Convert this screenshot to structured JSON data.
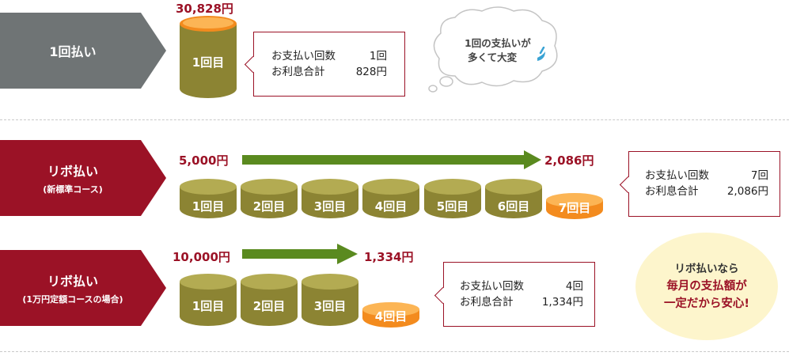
{
  "plan_lumpsum": {
    "label": "1回払い",
    "amount": "30,828円",
    "coin_label": "1回目",
    "info": {
      "count_label": "お支払い回数",
      "count_value": "1回",
      "interest_label": "お利息合計",
      "interest_value": "828円"
    },
    "thought": {
      "line1": "1回の支払いが",
      "line2": "多くて大変"
    }
  },
  "plan_revo_standard": {
    "label": "リボ払い",
    "sublabel": "(新標準コース)",
    "start_amount": "5,000円",
    "end_amount": "2,086円",
    "coin_labels": [
      "1回目",
      "2回目",
      "3回目",
      "4回目",
      "5回目",
      "6回目",
      "7回目"
    ],
    "info": {
      "count_label": "お支払い回数",
      "count_value": "7回",
      "interest_label": "お利息合計",
      "interest_value": "2,086円"
    }
  },
  "plan_revo_fixed": {
    "label": "リボ払い",
    "sublabel": "(1万円定額コースの場合)",
    "start_amount": "10,000円",
    "end_amount": "1,334円",
    "coin_labels": [
      "1回目",
      "2回目",
      "3回目",
      "4回目"
    ],
    "info": {
      "count_label": "お支払い回数",
      "count_value": "4回",
      "interest_label": "お利息合計",
      "interest_value": "1,334円"
    }
  },
  "summary": {
    "line1": "リボ払いなら",
    "line2": "毎月の支払額が",
    "line3": "一定だから安心!"
  },
  "colors": {
    "gray": "#6f7475",
    "crimson": "#9b1226",
    "olive": "#8c8433",
    "orange": "#f38b1e",
    "green": "#5a8a1f",
    "cream": "#fdf5cc"
  }
}
